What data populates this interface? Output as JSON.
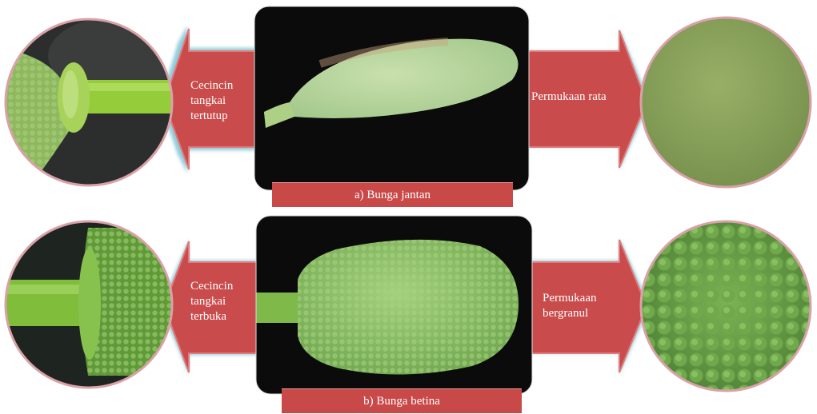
{
  "colors": {
    "arrow": "#c94b4b",
    "arrow_edge": "#e07b7b",
    "arrow_glow": "#5bb7c9",
    "background": "#ffffff",
    "photo_bg": "#0b0b0b",
    "circle_ring": "#d9a1a8",
    "male_flower": "#b4d59b",
    "female_flower": "#8cc069",
    "label_text": "#ffffff"
  },
  "top_row": {
    "left_arrow_label": "Cecincin tangkai tertutup",
    "right_arrow_label": "Permukaan rata",
    "caption": "a) Bunga jantan",
    "left_circle_icon": "closed-stalk-ring-closeup",
    "right_circle_icon": "smooth-surface-closeup",
    "center_photo_icon": "male-flower-photo"
  },
  "bottom_row": {
    "left_arrow_label": "Cecincin tangkai terbuka",
    "right_arrow_label": "Permukaan bergranul",
    "caption": "b) Bunga betina",
    "left_circle_icon": "open-stalk-ring-closeup",
    "right_circle_icon": "granular-surface-closeup",
    "center_photo_icon": "female-flower-photo"
  }
}
